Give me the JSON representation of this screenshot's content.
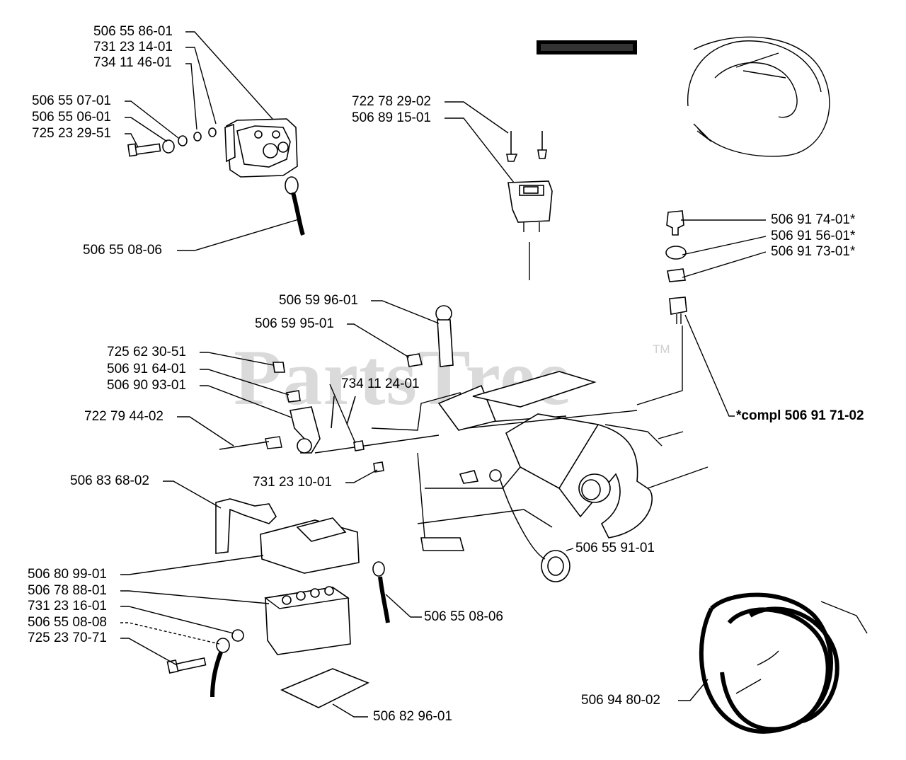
{
  "watermark": {
    "text": "PartsTree",
    "trademark": "TM"
  },
  "callouts": [
    {
      "id": "c1",
      "text": "506 55 86-01"
    },
    {
      "id": "c2",
      "text": "731 23 14-01"
    },
    {
      "id": "c3",
      "text": "734 11 46-01"
    },
    {
      "id": "c4",
      "text": "506 55 07-01"
    },
    {
      "id": "c5",
      "text": "506 55 06-01"
    },
    {
      "id": "c6",
      "text": "725 23 29-51"
    },
    {
      "id": "c7",
      "text": "506 55 08-06"
    },
    {
      "id": "c8",
      "text": "722 78 29-02"
    },
    {
      "id": "c9",
      "text": "506 89 15-01"
    },
    {
      "id": "c10",
      "text": "506 91 74-01*"
    },
    {
      "id": "c11",
      "text": "506 91 56-01*"
    },
    {
      "id": "c12",
      "text": "506 91 73-01*"
    },
    {
      "id": "c13",
      "text": "506 59 96-01"
    },
    {
      "id": "c14",
      "text": "506 59 95-01"
    },
    {
      "id": "c15",
      "text": "725 62 30-51"
    },
    {
      "id": "c16",
      "text": "506 91 64-01"
    },
    {
      "id": "c17",
      "text": "506 90 93-01"
    },
    {
      "id": "c18",
      "text": "734 11 24-01"
    },
    {
      "id": "c19",
      "text": "*compl 506 91 71-02"
    },
    {
      "id": "c20",
      "text": "722 79 44-02"
    },
    {
      "id": "c21",
      "text": "731 23 10-01"
    },
    {
      "id": "c22",
      "text": "506 83 68-02"
    },
    {
      "id": "c23",
      "text": "506 55 91-01"
    },
    {
      "id": "c24",
      "text": "506 80 99-01"
    },
    {
      "id": "c25",
      "text": "506 78 88-01"
    },
    {
      "id": "c26",
      "text": "731 23 16-01"
    },
    {
      "id": "c27",
      "text": "506 55 08-08"
    },
    {
      "id": "c28",
      "text": "725 23 70-71"
    },
    {
      "id": "c29",
      "text": "506 55 08-06"
    },
    {
      "id": "c30",
      "text": "506 82 96-01"
    },
    {
      "id": "c31",
      "text": "506 94 80-02"
    }
  ]
}
